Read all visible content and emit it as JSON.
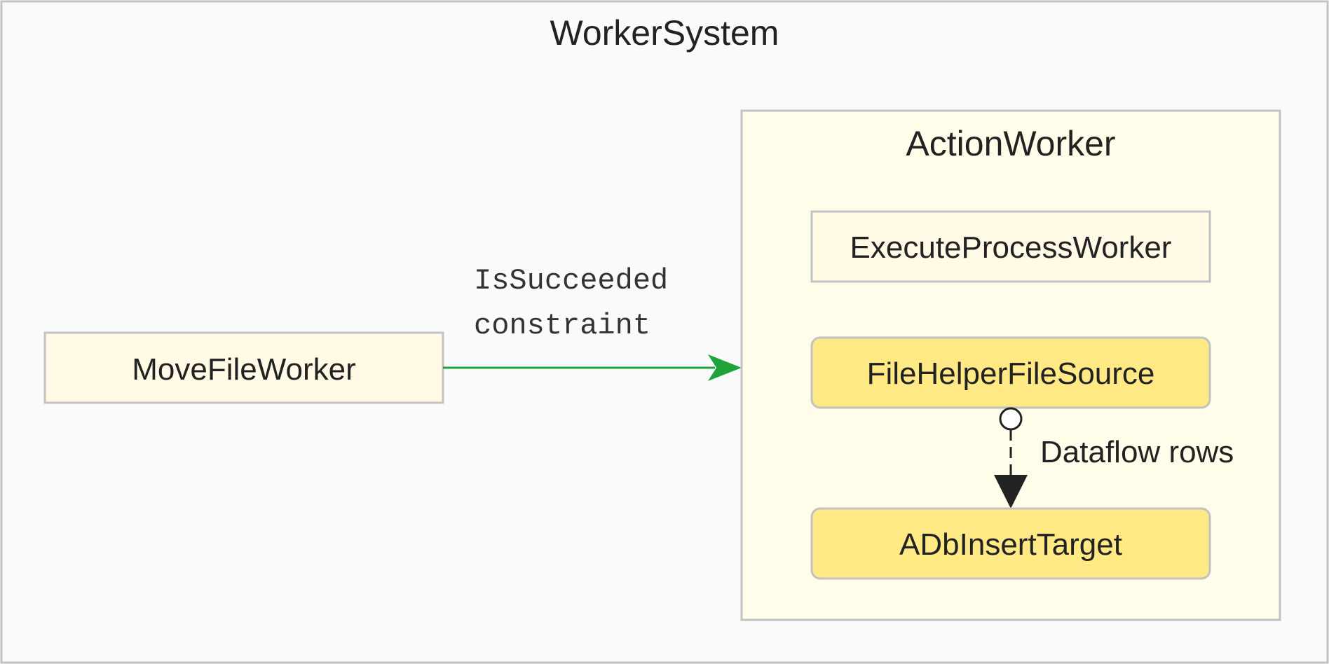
{
  "diagram": {
    "system": {
      "title": "WorkerSystem"
    },
    "nodes": {
      "move_file_worker": {
        "label": "MoveFileWorker"
      },
      "action_worker": {
        "label": "ActionWorker"
      },
      "execute_process_worker": {
        "label": "ExecuteProcessWorker"
      },
      "file_helper_file_source": {
        "label": "FileHelperFileSource"
      },
      "adb_insert_target": {
        "label": "ADbInsertTarget"
      }
    },
    "edges": {
      "constraint": {
        "from": "MoveFileWorker",
        "to": "ActionWorker",
        "label_line1": "IsSucceeded",
        "label_line2": "constraint",
        "color": "#1fa33a"
      },
      "dataflow": {
        "from": "FileHelperFileSource",
        "to": "ADbInsertTarget",
        "label": "Dataflow rows",
        "color": "#222222"
      }
    },
    "colors": {
      "outer_background": "#fafafa",
      "container_background": "#fffcea",
      "component_fill": "#fff9e6",
      "dataflow_component_fill": "#ffe985",
      "border": "#c2c2c2",
      "text": "#222222"
    }
  }
}
